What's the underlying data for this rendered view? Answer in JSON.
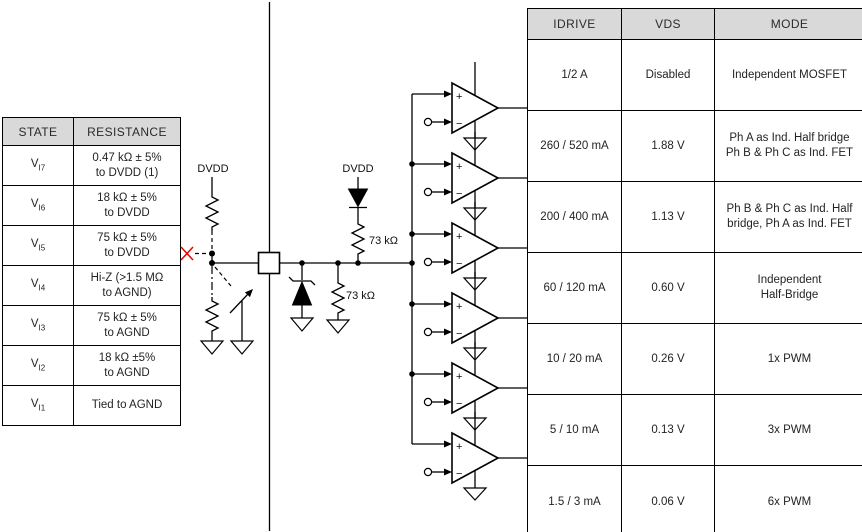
{
  "left_table": {
    "headers": [
      "STATE",
      "RESISTANCE"
    ],
    "rows": [
      {
        "state_base": "V",
        "state_sub": "I7",
        "r1": "0.47 kΩ  ± 5%",
        "r2": "to DVDD (1)"
      },
      {
        "state_base": "V",
        "state_sub": "I6",
        "r1": "18 kΩ ± 5%",
        "r2": "to DVDD"
      },
      {
        "state_base": "V",
        "state_sub": "I5",
        "r1": "75 kΩ ± 5%",
        "r2": "to DVDD"
      },
      {
        "state_base": "V",
        "state_sub": "I4",
        "r1": "Hi-Z (>1.5 MΩ",
        "r2": "to AGND)"
      },
      {
        "state_base": "V",
        "state_sub": "I3",
        "r1": "75 kΩ ± 5%",
        "r2": "to AGND"
      },
      {
        "state_base": "V",
        "state_sub": "I2",
        "r1": "18 kΩ ±5%",
        "r2": "to AGND"
      },
      {
        "state_base": "V",
        "state_sub": "I1",
        "r1": "Tied to AGND",
        "r2": ""
      }
    ]
  },
  "right_table": {
    "headers": [
      "IDRIVE",
      "VDS",
      "MODE"
    ],
    "rows": [
      {
        "idrive": "1/2 A",
        "vds": "Disabled",
        "m1": "Independent MOSFET",
        "m2": ""
      },
      {
        "idrive": "260 / 520 mA",
        "vds": "1.88 V",
        "m1": "Ph A as Ind. Half bridge",
        "m2": "Ph B & Ph C as Ind. FET"
      },
      {
        "idrive": "200 / 400 mA",
        "vds": "1.13 V",
        "m1": "Ph B & Ph C as Ind. Half",
        "m2": "bridge, Ph A as Ind. FET"
      },
      {
        "idrive": "60 / 120 mA",
        "vds": "0.60 V",
        "m1": "Independent",
        "m2": "Half-Bridge"
      },
      {
        "idrive": "10 / 20 mA",
        "vds": "0.26 V",
        "m1": "1x PWM",
        "m2": ""
      },
      {
        "idrive": "5 / 10 mA",
        "vds": "0.13 V",
        "m1": "3x PWM",
        "m2": ""
      },
      {
        "idrive": "1.5 / 3 mA",
        "vds": "0.06 V",
        "m1": "6x PWM",
        "m2": ""
      }
    ]
  },
  "circuit": {
    "dvdd_external": "DVDD",
    "dvdd_internal": "DVDD",
    "r_pullup_label": "73 kΩ",
    "r_pulldown_label": "73 kΩ",
    "plus": "+",
    "minus": "−"
  },
  "colors": {
    "accent_red": "#e60000",
    "table_header_bg": "#d9d9d9",
    "line_color": "#000000"
  }
}
